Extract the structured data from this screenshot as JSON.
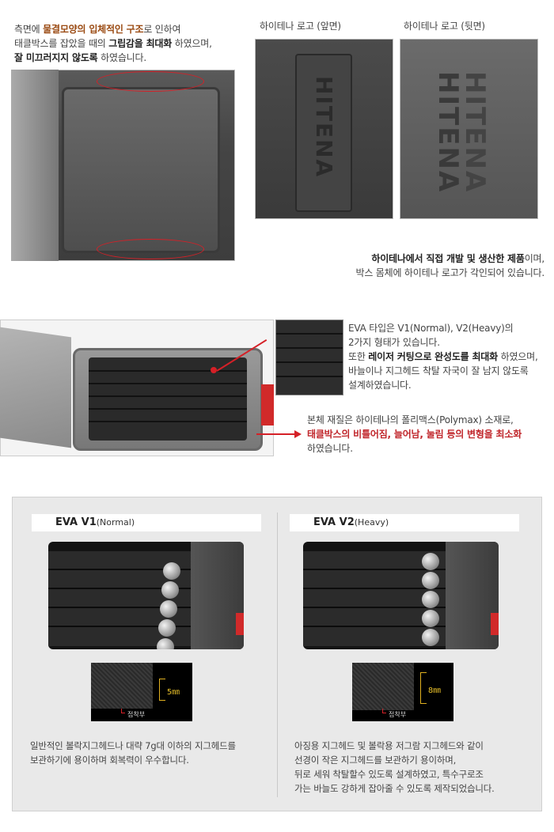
{
  "section1": {
    "text": {
      "l1_a": "측면에 ",
      "l1_b": "물결모양의 입체적인 구조",
      "l1_c": "로 인하여",
      "l2_a": "태클박스를 잡았을 때의 ",
      "l2_b": "그립감을 최대화",
      "l2_c": " 하였으며,",
      "l3_a": "잘 미끄러지지 않도록",
      "l3_b": " 하였습니다."
    },
    "logo_front_label": "하이테나 로고 (앞면)",
    "logo_back_label": "하이테나 로고 (뒷면)",
    "logo_word": "HITENA",
    "caption_b": "하이테나에서 직접 개발 및 생산한 제품",
    "caption_a": "이며,",
    "caption_2": "박스 몸체에 하이테나 로고가 각인되어 있습니다."
  },
  "section2": {
    "t1": "EVA 타입은 V1(Normal), V2(Heavy)의",
    "t2": "2가지 형태가 있습니다.",
    "t3_a": "또한 ",
    "t3_b": "레이저 커팅으로 완성도를 최대화",
    "t3_c": " 하였으며,",
    "t4": "바늘이나 지그헤드 착탈 자국이 잘 남지 않도록",
    "t5": "설계하였습니다.",
    "m1": "본체 재질은 하이테나의 폴리맥스(Polymax) 소재로,",
    "m2": "태클박스의 비틀어짐, 늘어남, 눌림 등의 변형을 최소화",
    "m3": "하였습니다."
  },
  "section3": {
    "v1": {
      "title": "EVA V1",
      "subtitle": "(Normal)",
      "thickness": "5㎜",
      "adhesive": "접착부",
      "desc1": "일반적인 볼락지그헤드나 대략 7g대 이하의 지그헤드를",
      "desc2": "보관하기에 용이하며 회복력이 우수합니다."
    },
    "v2": {
      "title": "EVA V2",
      "subtitle": "(Heavy)",
      "thickness": "8㎜",
      "adhesive": "접착부",
      "desc1": "아징용 지그헤드 및 볼락용 저그람 지그헤드와 같이",
      "desc2": "선경이 작은 지그헤드를 보관하기 용이하며,",
      "desc3": "뒤로 세워 착탈할수 있도록 설계하였고, 특수구로조",
      "desc4": "가는 바늘도 강하게 잡아줄 수 있도록 제작되었습니다."
    }
  }
}
